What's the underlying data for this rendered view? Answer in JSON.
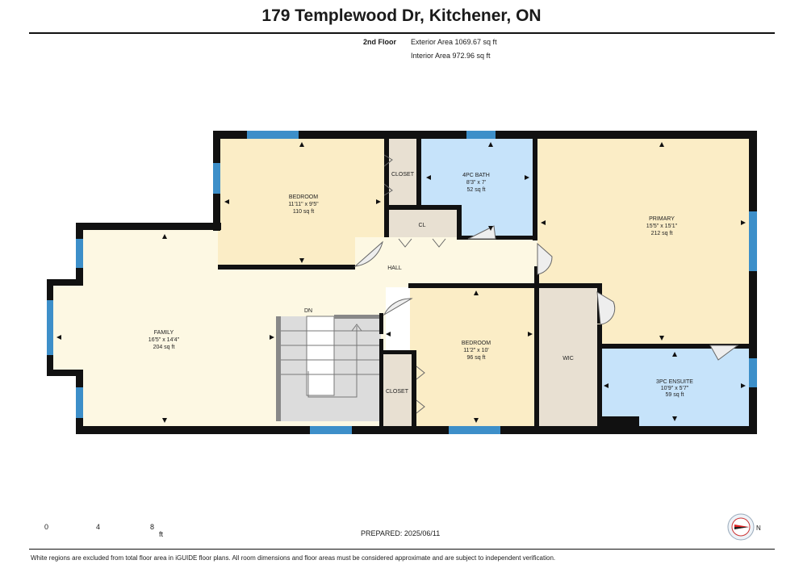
{
  "header": {
    "title": "179 Templewood Dr, Kitchener, ON",
    "floor": "2nd Floor",
    "exterior_area": "Exterior Area 1069.67 sq ft",
    "interior_area": "Interior Area 972.96 sq ft"
  },
  "rooms": {
    "bedroom1": {
      "name": "BEDROOM",
      "dims": "11'11\" x 9'5\"",
      "area": "110 sq ft"
    },
    "closet1": {
      "name": "CLOSET"
    },
    "bath4pc": {
      "name": "4PC BATH",
      "dims": "8'3\" x 7'",
      "area": "52 sq ft"
    },
    "primary": {
      "name": "PRIMARY",
      "dims": "15'5\" x 15'1\"",
      "area": "212 sq ft"
    },
    "cl": {
      "name": "CL"
    },
    "hall": {
      "name": "HALL"
    },
    "family": {
      "name": "FAMILY",
      "dims": "16'5\" x 14'4\"",
      "area": "204 sq ft"
    },
    "dn": {
      "name": "DN"
    },
    "bedroom2": {
      "name": "BEDROOM",
      "dims": "11'2\" x 10'",
      "area": "96 sq ft"
    },
    "closet2": {
      "name": "CLOSET"
    },
    "wic": {
      "name": "WIC"
    },
    "ensuite": {
      "name": "3PC ENSUITE",
      "dims": "10'9\" x 5'7\"",
      "area": "59 sq ft"
    }
  },
  "scale": {
    "labels": [
      "0",
      "4",
      "8"
    ],
    "unit": "ft"
  },
  "prepared": "PREPARED: 2025/06/11",
  "compass_label": "N",
  "footer": "White regions are excluded from total floor area in iGUIDE floor plans. All room dimensions and floor areas must be considered approximate and are subject to independent verification.",
  "colors": {
    "wall": "#111111",
    "window": "#3d8fc9",
    "bedroom": "#fbedc6",
    "family": "#fdf8e3",
    "bath": "#c6e3fa",
    "closet": "#e8e0d2",
    "stairs": "#dcdcdc"
  }
}
